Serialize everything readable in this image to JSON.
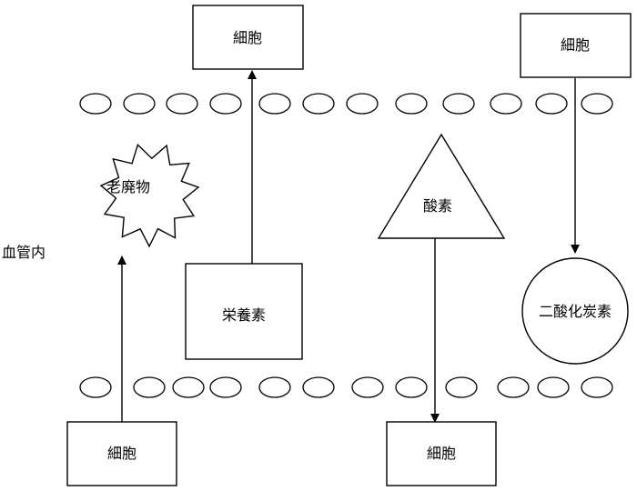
{
  "labels": {
    "cell": "細胞",
    "waste": "老廃物",
    "nutrients": "栄養素",
    "oxygen": "酸素",
    "carbon_dioxide": "二酸化炭素",
    "blood_vessel_inside": "血管内"
  },
  "colors": {
    "stroke": "#000000",
    "fill": "#ffffff"
  }
}
